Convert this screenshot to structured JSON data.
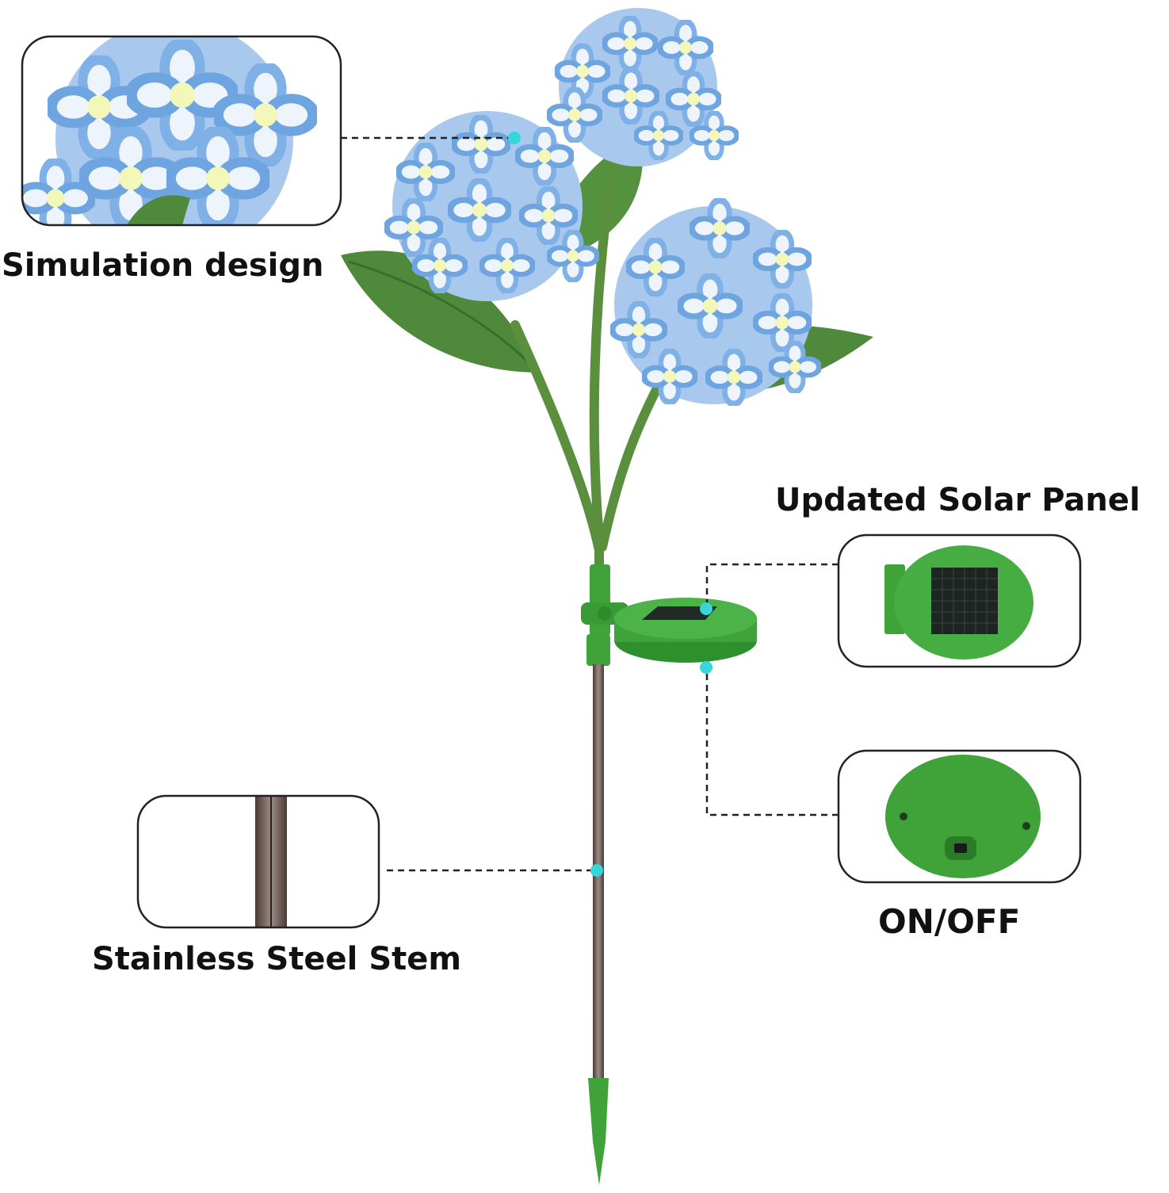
{
  "callouts": {
    "simulation_design": "Simulation design",
    "updated_solar_panel": "Updated Solar Panel",
    "stainless_steel_stem": "Stainless Steel Stem",
    "on_off": "ON/OFF"
  },
  "colors": {
    "petal_blue": "#7fb0e6",
    "petal_white": "#eef4fb",
    "flower_center": "#f3f7b8",
    "leaf_green": "#4f8a3c",
    "stake_green": "#3fa33a",
    "steel": "#6e5a55",
    "marker_cyan": "#35d6dc",
    "callout_border": "#222222"
  },
  "icons": [
    "hydrangea-flower",
    "solar-panel",
    "switch"
  ]
}
